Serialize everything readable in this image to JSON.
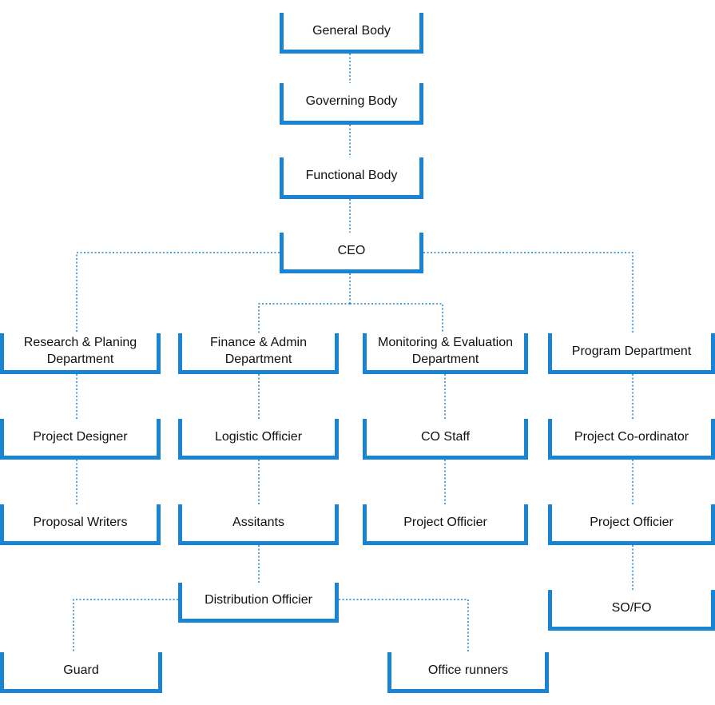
{
  "diagram": {
    "accent_color": "#1a84d4",
    "connector_color": "#1a84d4",
    "nodes": {
      "general_body": "General Body",
      "governing_body": "Governing Body",
      "functional_body": "Functional Body",
      "ceo": "CEO",
      "research": "Research & Planing\nDepartment",
      "finance": "Finance & Admin\nDepartment",
      "monitoring": "Monitoring & Evaluation\nDepartment",
      "program": "Program Department",
      "project_designer": "Project Designer",
      "logistic_officier": "Logistic Officier",
      "co_staff": "CO Staff",
      "project_coordinator": "Project Co-ordinator",
      "proposal_writers": "Proposal Writers",
      "assitants": "Assitants",
      "project_officier_me": "Project Officier",
      "project_officier_program": "Project Officier",
      "distribution_officier": "Distribution Officier",
      "so_fo": "SO/FO",
      "guard": "Guard",
      "office_runners": "Office runners"
    },
    "edges": [
      [
        "general_body",
        "governing_body"
      ],
      [
        "governing_body",
        "functional_body"
      ],
      [
        "functional_body",
        "ceo"
      ],
      [
        "ceo",
        "research"
      ],
      [
        "ceo",
        "finance"
      ],
      [
        "ceo",
        "monitoring"
      ],
      [
        "ceo",
        "program"
      ],
      [
        "research",
        "project_designer"
      ],
      [
        "project_designer",
        "proposal_writers"
      ],
      [
        "finance",
        "logistic_officier"
      ],
      [
        "logistic_officier",
        "assitants"
      ],
      [
        "assitants",
        "distribution_officier"
      ],
      [
        "distribution_officier",
        "guard"
      ],
      [
        "distribution_officier",
        "office_runners"
      ],
      [
        "monitoring",
        "co_staff"
      ],
      [
        "co_staff",
        "project_officier_me"
      ],
      [
        "program",
        "project_coordinator"
      ],
      [
        "project_coordinator",
        "project_officier_program"
      ],
      [
        "project_officier_program",
        "so_fo"
      ]
    ]
  }
}
